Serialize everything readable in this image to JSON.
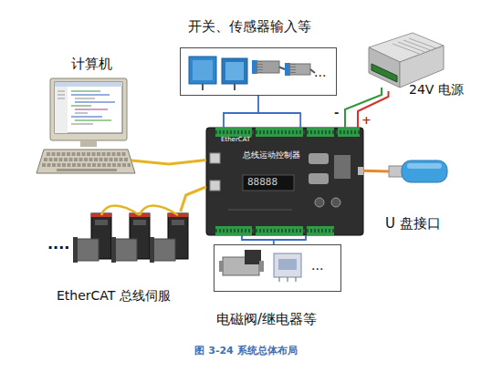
{
  "diagram": {
    "caption": "图 3-24 系统总体布局",
    "nodes": [
      {
        "text": [
          "计算机"
        ]
      },
      {
        "text": [
          "开关、传感器输入等",
          "..."
        ]
      },
      {
        "text": [
          "24V 电源"
        ]
      },
      {
        "text": [
          "EtherCAT",
          "总线运动控制器",
          "88888"
        ]
      },
      {
        "text": [
          "U 盘接口"
        ]
      },
      {
        "text": [
          "....",
          "EtherCAT 总线伺服"
        ]
      },
      {
        "text": [
          "...",
          "电磁阀/继电器等"
        ]
      }
    ],
    "edges": [
      {
        "from": 0,
        "to": 3,
        "arrow": "none"
      },
      {
        "from": 1,
        "to": 3,
        "arrow": "none"
      },
      {
        "from": 2,
        "to": 3,
        "arrow": "none"
      },
      {
        "from": 3,
        "to": 4,
        "arrow": "none"
      },
      {
        "from": 5,
        "to": 3,
        "arrow": "none"
      },
      {
        "from": 3,
        "to": 6,
        "arrow": "none"
      }
    ],
    "labels": [
      "-",
      "+"
    ]
  }
}
